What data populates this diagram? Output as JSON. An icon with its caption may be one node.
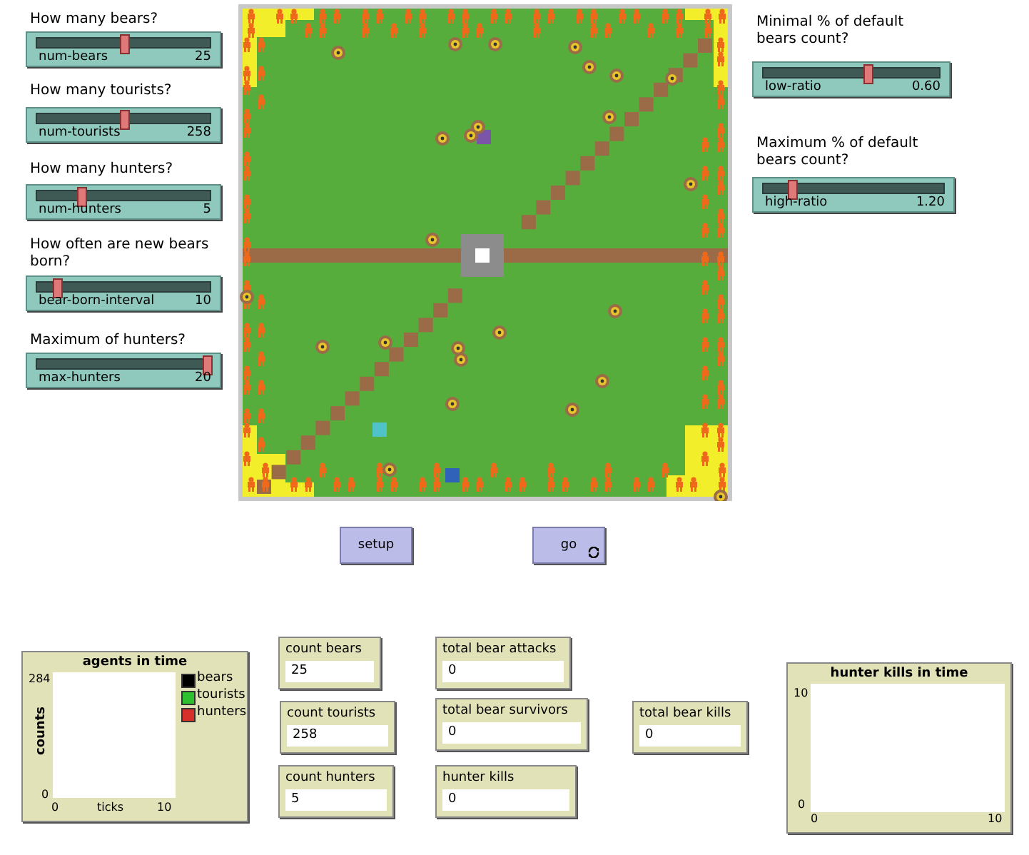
{
  "diagram": {
    "labels": [
      "How many bears?",
      "num-bears",
      "25",
      "How many tourists?",
      "num-tourists",
      "258",
      "How many hunters?",
      "num-hunters",
      "5",
      "How often are new bears born?",
      "bear-born-interval",
      "10",
      "Maximum of hunters?",
      "max-hunters",
      "20",
      "Minimal % of default bears count?",
      "low-ratio",
      "0.60",
      "Maximum % of default bears count?",
      "high-ratio",
      "1.20",
      "setup",
      "go",
      "agents in time",
      "284",
      "counts",
      "0",
      "0",
      "ticks",
      "10",
      "count bears",
      "25",
      "count tourists",
      "258",
      "count hunters",
      "5",
      "total bear attacks",
      "0",
      "total bear survivors",
      "0",
      "hunter kills",
      "0",
      "total bear kills",
      "0",
      "hunter kills in time",
      "10",
      "0",
      "0",
      "10"
    ],
    "legend": [
      {
        "text": "bears",
        "color": "#000000"
      },
      {
        "text": "tourists",
        "color": "#2ec02e"
      },
      {
        "text": "hunters",
        "color": "#d7302a"
      }
    ]
  }
}
